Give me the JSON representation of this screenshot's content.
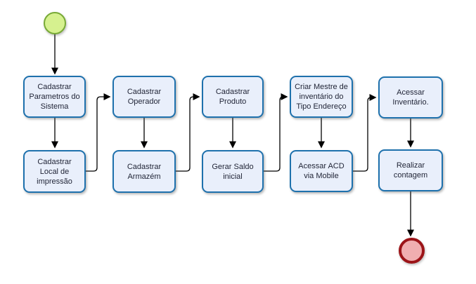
{
  "diagram_type": "flowchart",
  "background": "#ffffff",
  "colors": {
    "task_fill": "#e9effb",
    "task_border": "#1e71ad",
    "task_text": "#1f2335",
    "start_event_fill": "#d6f18f",
    "start_event_border": "#78aa36",
    "end_event_fill": "#f0aeb0",
    "end_event_border": "#9c1418",
    "connector": "#000000"
  },
  "events": {
    "start": {
      "shape": "circle",
      "kind": "start"
    },
    "end": {
      "shape": "circle",
      "kind": "end"
    }
  },
  "tasks": [
    {
      "label": "Cadastrar\nParametros do\nSistema"
    },
    {
      "label": "Cadastrar\nLocal de\nimpressão"
    },
    {
      "label": "Cadastrar\nOperador"
    },
    {
      "label": "Cadastrar\nArmazém"
    },
    {
      "label": "Cadastrar\nProduto"
    },
    {
      "label": "Gerar Saldo\ninicial"
    },
    {
      "label": "Criar Mestre de\ninventário  do\nTipo Endereço"
    },
    {
      "label": "Acessar ACD\nvia Mobile"
    },
    {
      "label": "Acessar\nInventário."
    },
    {
      "label": "Realizar\ncontagem"
    }
  ],
  "edges": [
    {
      "from": "start-event",
      "to": "Cadastrar Parametros do Sistema"
    },
    {
      "from": "Cadastrar Parametros do Sistema",
      "to": "Cadastrar Local de impressão"
    },
    {
      "from": "Cadastrar Local de impressão",
      "to": "Cadastrar Operador"
    },
    {
      "from": "Cadastrar Operador",
      "to": "Cadastrar Armazém"
    },
    {
      "from": "Cadastrar Armazém",
      "to": "Cadastrar Produto"
    },
    {
      "from": "Cadastrar Produto",
      "to": "Gerar Saldo inicial"
    },
    {
      "from": "Gerar Saldo inicial",
      "to": "Criar Mestre de inventário do Tipo Endereço"
    },
    {
      "from": "Criar Mestre de inventário do Tipo Endereço",
      "to": "Acessar ACD via Mobile"
    },
    {
      "from": "Acessar ACD via Mobile",
      "to": "Acessar Inventário."
    },
    {
      "from": "Acessar Inventário.",
      "to": "Realizar contagem"
    },
    {
      "from": "Realizar contagem",
      "to": "end-event"
    }
  ]
}
